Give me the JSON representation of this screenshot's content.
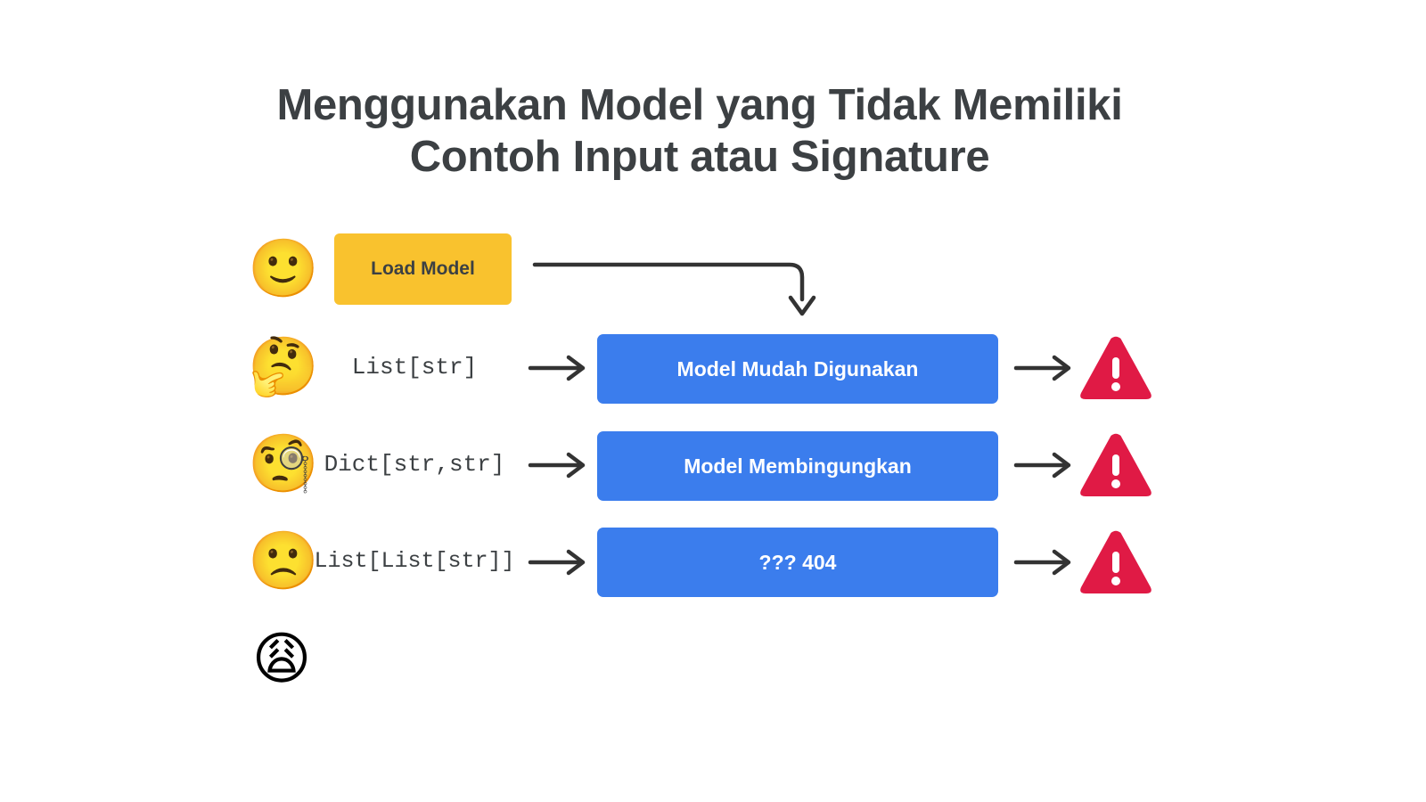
{
  "page": {
    "background_color": "#ffffff",
    "title_lines": [
      "Menggunakan Model yang Tidak Memiliki",
      "Contoh Input atau Signature"
    ],
    "title_color": "#3c4043"
  },
  "colors": {
    "yellow_box": "#F9C22E",
    "blue_box": "#3B7DED",
    "warning_red": "#E01A45",
    "arrow": "#333333",
    "dark_text": "#3c4043",
    "white_text": "#ffffff"
  },
  "load_step": {
    "emoji": "🙂",
    "emoji_name": "slightly-smiling-face",
    "label": "Load Model"
  },
  "rows": [
    {
      "emoji": "🤔",
      "emoji_name": "thinking-face",
      "type_label": "List[str]",
      "box_label": "Model Mudah Digunakan",
      "warning": "!"
    },
    {
      "emoji": "🧐",
      "emoji_name": "face-with-monocle",
      "type_label": "Dict[str,str]",
      "box_label": "Model Membingungkan",
      "warning": "!"
    },
    {
      "emoji": "🙁",
      "emoji_name": "slightly-frowning-face",
      "type_label": "List[List[str]]",
      "box_label": "??? 404",
      "warning": "!"
    }
  ],
  "final_emoji": {
    "emoji": "😩",
    "emoji_name": "weary-face"
  }
}
